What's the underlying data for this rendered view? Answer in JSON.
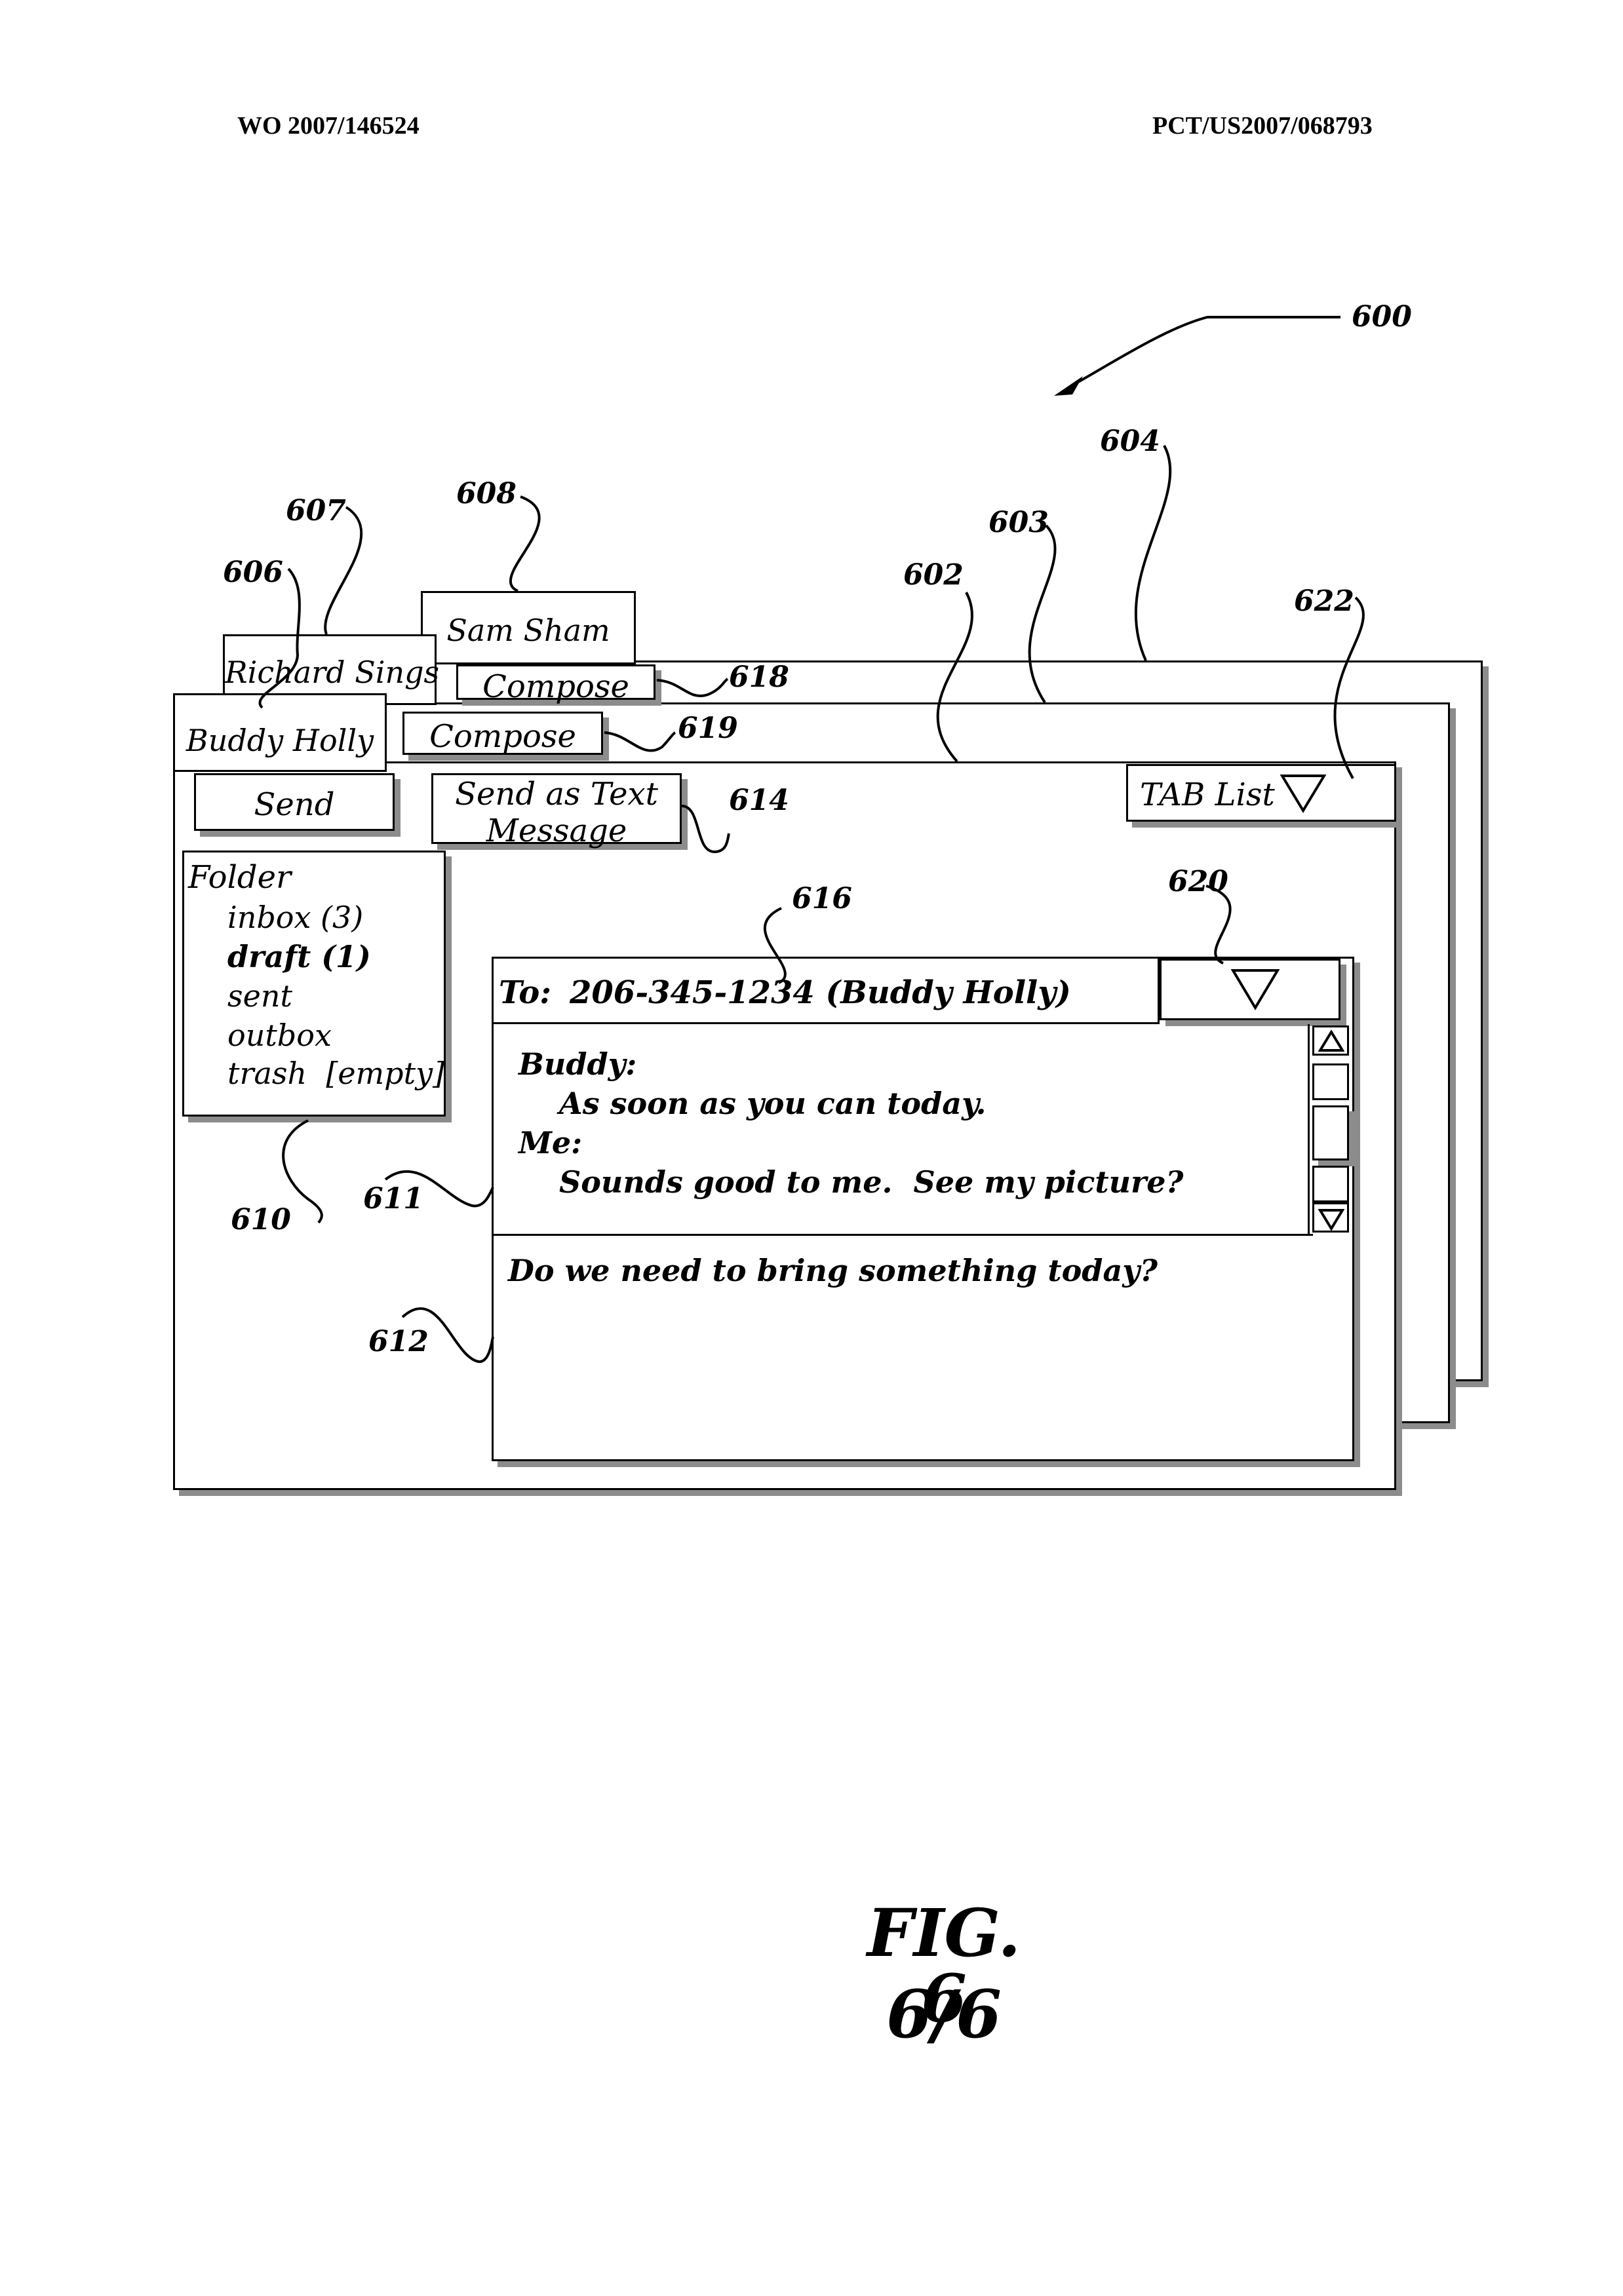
{
  "header": {
    "left": "WO 2007/146524",
    "right": "PCT/US2007/068793"
  },
  "reference_numerals": {
    "r600": "600",
    "r602": "602",
    "r603": "603",
    "r604": "604",
    "r606": "606",
    "r607": "607",
    "r608": "608",
    "r610": "610",
    "r611": "611",
    "r612": "612",
    "r614": "614",
    "r616": "616",
    "r618": "618",
    "r619": "619",
    "r620": "620",
    "r622": "622"
  },
  "tabs": {
    "sam_sham": "Sam Sham",
    "richard_sings": "Richard Sings",
    "buddy_holly": "Buddy Holly"
  },
  "buttons": {
    "compose_back": "Compose",
    "compose_mid": "Compose",
    "send": "Send",
    "send_as_text_line1": "Send as Text",
    "send_as_text_line2": "Message",
    "tab_list": "TAB List"
  },
  "folder": {
    "title": "Folder",
    "items": [
      "inbox (3)",
      "draft (1)",
      "sent",
      "outbox",
      "trash  [empty]"
    ]
  },
  "message": {
    "to_label": "To:",
    "to_value": "206-345-1234 (Buddy Holly)",
    "lines": [
      "Buddy:",
      "As soon as you can today.",
      "Me:",
      "Sounds good to me.  See my picture?"
    ],
    "compose_text": "Do we need to bring something today?"
  },
  "figure": {
    "caption": "FIG. 6",
    "page": "6/6"
  }
}
